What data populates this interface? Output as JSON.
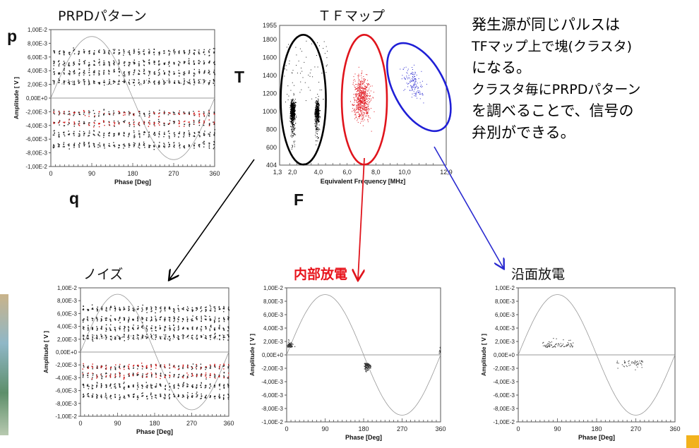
{
  "titles": {
    "prpd": "PRPDパターン",
    "tfmap": "ＴＦマップ",
    "noise": "ノイズ",
    "internal": "内部放電",
    "surface": "沿面放電"
  },
  "axis_letters": {
    "p": "p",
    "q": "q",
    "t": "T",
    "f": "F"
  },
  "note_lines": [
    "発生源が同じパルスは",
    "TFマップ上で塊(クラスタ)",
    "になる。",
    "クラスタ毎にPRPDパターン",
    "を調べることで、信号の",
    "弁別ができる。"
  ],
  "colors": {
    "internal_title": "#e8141c",
    "arrow_red": "#e0141c",
    "arrow_blue": "#2a2ad0",
    "ellipse_black": "#000000",
    "ellipse_red": "#e0141c",
    "ellipse_blue": "#1f1fd6"
  },
  "chart_data": [
    {
      "id": "prpd-main",
      "type": "scatter",
      "xlabel": "Phase [Deg]",
      "ylabel": "Amplitude [ V ]",
      "xlim": [
        0,
        360
      ],
      "ylim": [
        -0.01,
        0.01
      ],
      "x_ticks": [
        "0",
        "90",
        "180",
        "270",
        "360"
      ],
      "y_ticks": [
        "1,00E-2",
        "8,00E-3",
        "6,00E-3",
        "4,00E-3",
        "2,00E-3",
        "0,00E+0",
        "-2,00E-3",
        "-4,00E-3",
        "-6,00E-3",
        "-8,00E-3",
        "-1,00E-2"
      ],
      "pattern": "noise"
    },
    {
      "id": "tf-map",
      "type": "scatter",
      "xlabel": "Equivalent Frequency [MHz]",
      "ylabel": "",
      "xlim": [
        1.3,
        12.9
      ],
      "ylim": [
        404,
        1955
      ],
      "x_ticks": [
        "1,3",
        "2,0",
        "4,0",
        "6,0",
        "8,0",
        "10,0",
        "12,9"
      ],
      "y_ticks": [
        "1955",
        "1800",
        "1600",
        "1400",
        "1200",
        "1000",
        "800",
        "600",
        "404"
      ],
      "clusters": [
        {
          "name": "ノイズ",
          "color": "#000000",
          "x_center": 2.8,
          "y_center": 1050
        },
        {
          "name": "内部放電",
          "color": "#e0141c",
          "x_center": 7.0,
          "y_center": 1150
        },
        {
          "name": "沿面放電",
          "color": "#2a2ad0",
          "x_center": 10.8,
          "y_center": 1300
        }
      ]
    },
    {
      "id": "prpd-noise",
      "type": "scatter",
      "xlabel": "Phase [Deg]",
      "ylabel": "Amplitude [ V ]",
      "xlim": [
        0,
        360
      ],
      "ylim": [
        -0.01,
        0.01
      ],
      "x_ticks": [
        "0",
        "90",
        "180",
        "270",
        "360"
      ],
      "y_ticks": [
        "1,00E-2",
        "8,00E-3",
        "6,00E-3",
        "4,00E-3",
        "2,00E-3",
        "0,00E+0",
        "-2,00E-3",
        "-4,00E-3",
        "-6,00E-3",
        "-8,00E-3",
        "-1,00E-2"
      ],
      "pattern": "noise"
    },
    {
      "id": "prpd-internal",
      "type": "scatter",
      "xlabel": "Phase [Deg]",
      "ylabel": "Amplitude [ V ]",
      "xlim": [
        0,
        360
      ],
      "ylim": [
        -0.01,
        0.01
      ],
      "x_ticks": [
        "0",
        "90",
        "180",
        "270",
        "360"
      ],
      "y_ticks": [
        "1,00E-2",
        "8,00E-3",
        "6,00E-3",
        "4,00E-3",
        "2,00E-3",
        "0,00E+0",
        "-2,00E-3",
        "-4,00E-3",
        "-6,00E-3",
        "-8,00E-3",
        "-1,00E-2"
      ],
      "pattern": "internal"
    },
    {
      "id": "prpd-surface",
      "type": "scatter",
      "xlabel": "Phase [Deg]",
      "ylabel": "Amplitude [ V ]",
      "xlim": [
        0,
        360
      ],
      "ylim": [
        -0.01,
        0.01
      ],
      "x_ticks": [
        "0",
        "90",
        "180",
        "270",
        "360"
      ],
      "y_ticks": [
        "1,00E-2",
        "8,00E-3",
        "6,00E-3",
        "4,00E-3",
        "2,00E-3",
        "0,00E+0",
        "-2,00E-3",
        "-4,00E-3",
        "-6,00E-3",
        "-8,00E-3",
        "-1,00E-2"
      ],
      "pattern": "surface"
    }
  ]
}
